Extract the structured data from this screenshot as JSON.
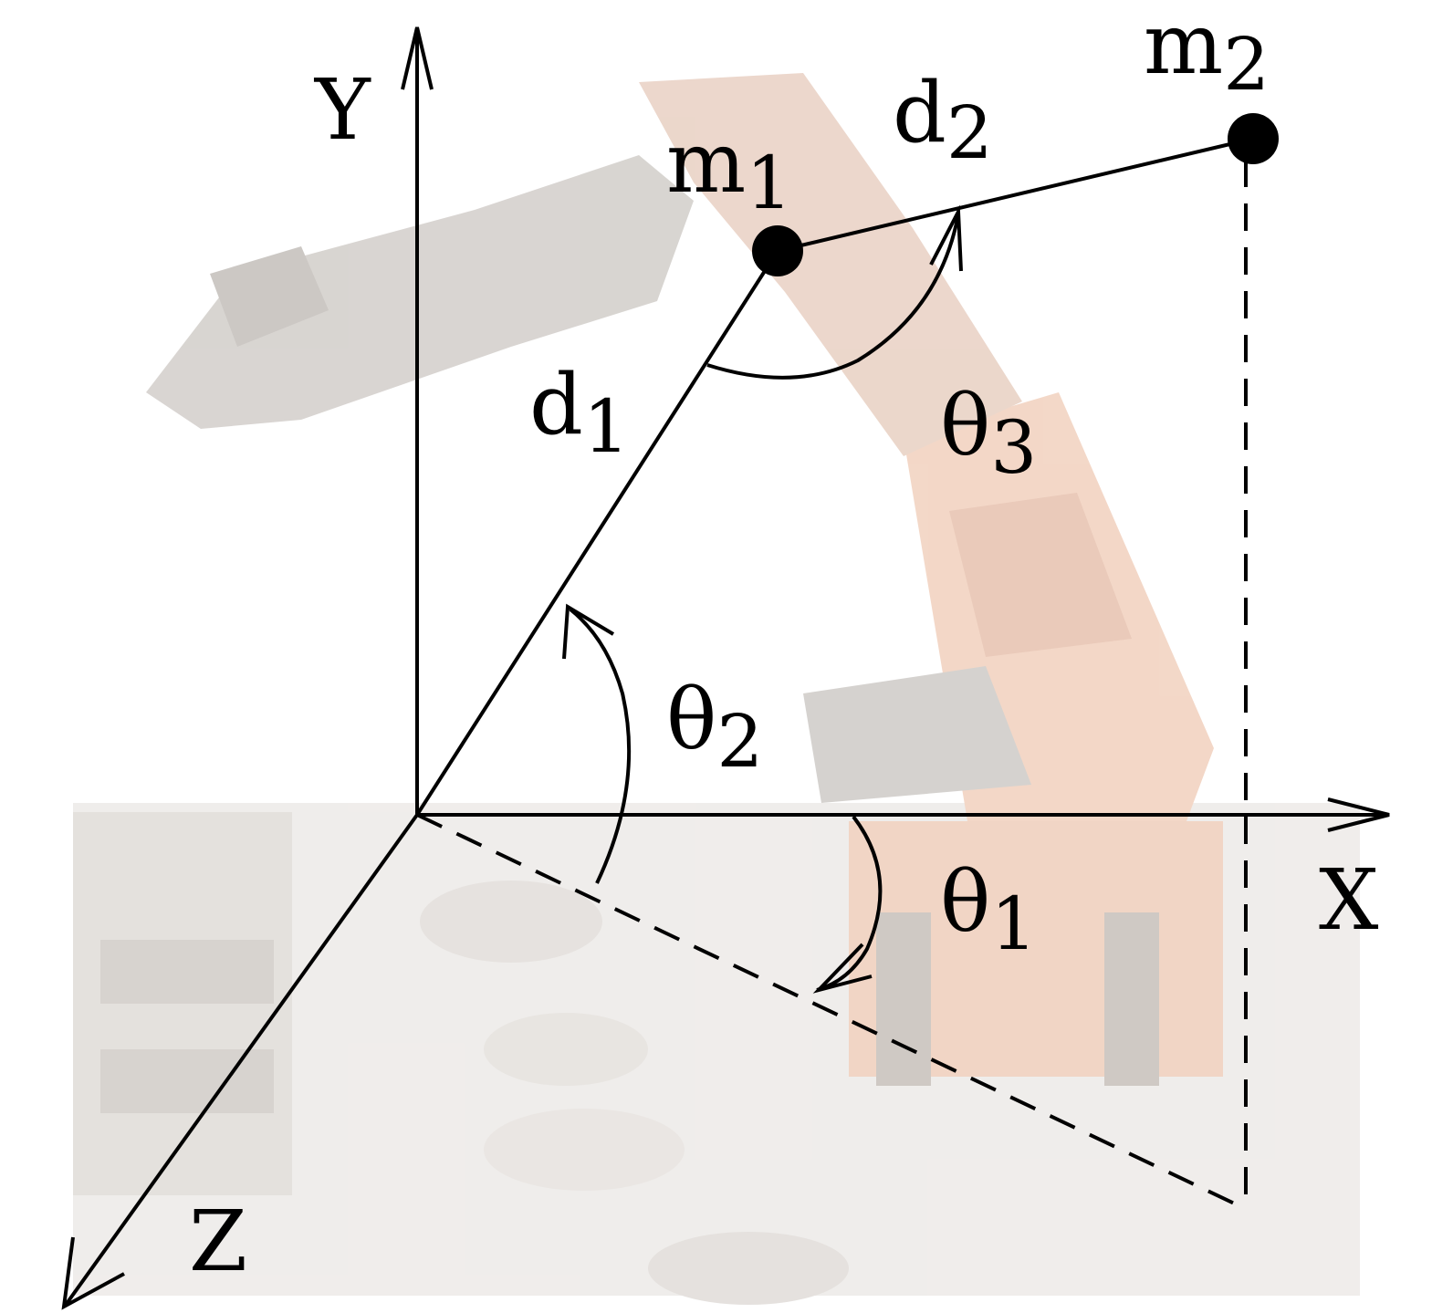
{
  "colors": {
    "ink": "#000000",
    "background_photo_tint_light": "#d9d4cf",
    "background_photo_tint_mid": "#bdb7b1",
    "background_photo_tint_orange": "#e8b79c"
  },
  "labels": {
    "y_axis": "Y",
    "x_axis": "X",
    "z_axis": "Z",
    "m1": {
      "base": "m",
      "sub": "1"
    },
    "m2": {
      "base": "m",
      "sub": "2"
    },
    "d1": {
      "base": "d",
      "sub": "1"
    },
    "d2": {
      "base": "d",
      "sub": "2"
    },
    "theta1": {
      "base": "θ",
      "sub": "1"
    },
    "theta2": {
      "base": "θ",
      "sub": "2"
    },
    "theta3": {
      "base": "θ",
      "sub": "3"
    }
  },
  "icons": {
    "background": "robot-arm-photo",
    "mass_point": "filled-circle"
  }
}
